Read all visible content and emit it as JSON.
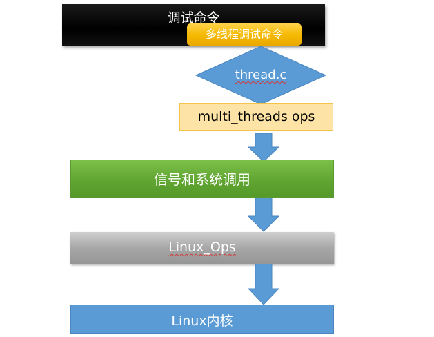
{
  "nodes": {
    "debug_command": "调试命令",
    "multithread_debug_command": "多线程调试命令",
    "thread_file": "thread.c",
    "multi_threads_ops": "multi_threads ops",
    "signals_syscalls": "信号和系统调用",
    "linux_ops": "Linux_Ops",
    "linux_kernel": "Linux内核"
  },
  "colors": {
    "command_box": "#000000",
    "sub_command": "#f5b800",
    "diamond": "#5b9bd5",
    "ops_box": "#fde3a5",
    "arrow": "#5b9bd5",
    "signal_box": "#61a632",
    "linux_ops_box": "#a7a7a7",
    "kernel_box": "#5b9bd5"
  }
}
